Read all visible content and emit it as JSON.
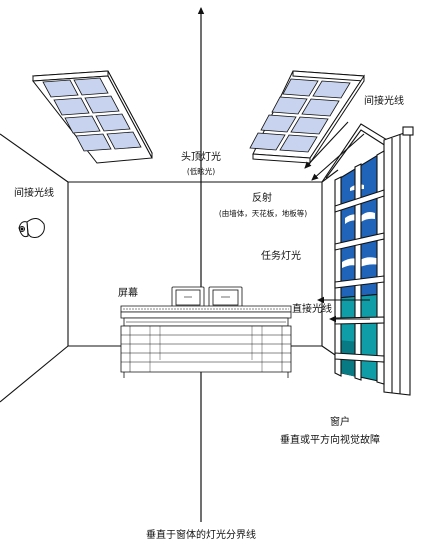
{
  "labels": {
    "overhead_light": "头顶灯光",
    "low_glare": "(低眩光)",
    "indirect_light_right": "间接光线",
    "indirect_light_left": "间接光线",
    "reflection": "反射",
    "reflection_note": "(由墙体，天花板，地板等)",
    "task_light": "任务灯光",
    "screen": "屏幕",
    "direct_light": "直接光线",
    "window": "窗户",
    "window_note": "垂直或平方向视觉故障",
    "boundary_line": "垂直于窗体的灯光分界线"
  },
  "colors": {
    "line": "#111111",
    "lamp_panel": "#c8d4ef",
    "sky_blue": "#1f64b8",
    "cloud": "#ffffff",
    "glass_teal": "#0f9da8",
    "glass_teal_dark": "#087a83"
  }
}
